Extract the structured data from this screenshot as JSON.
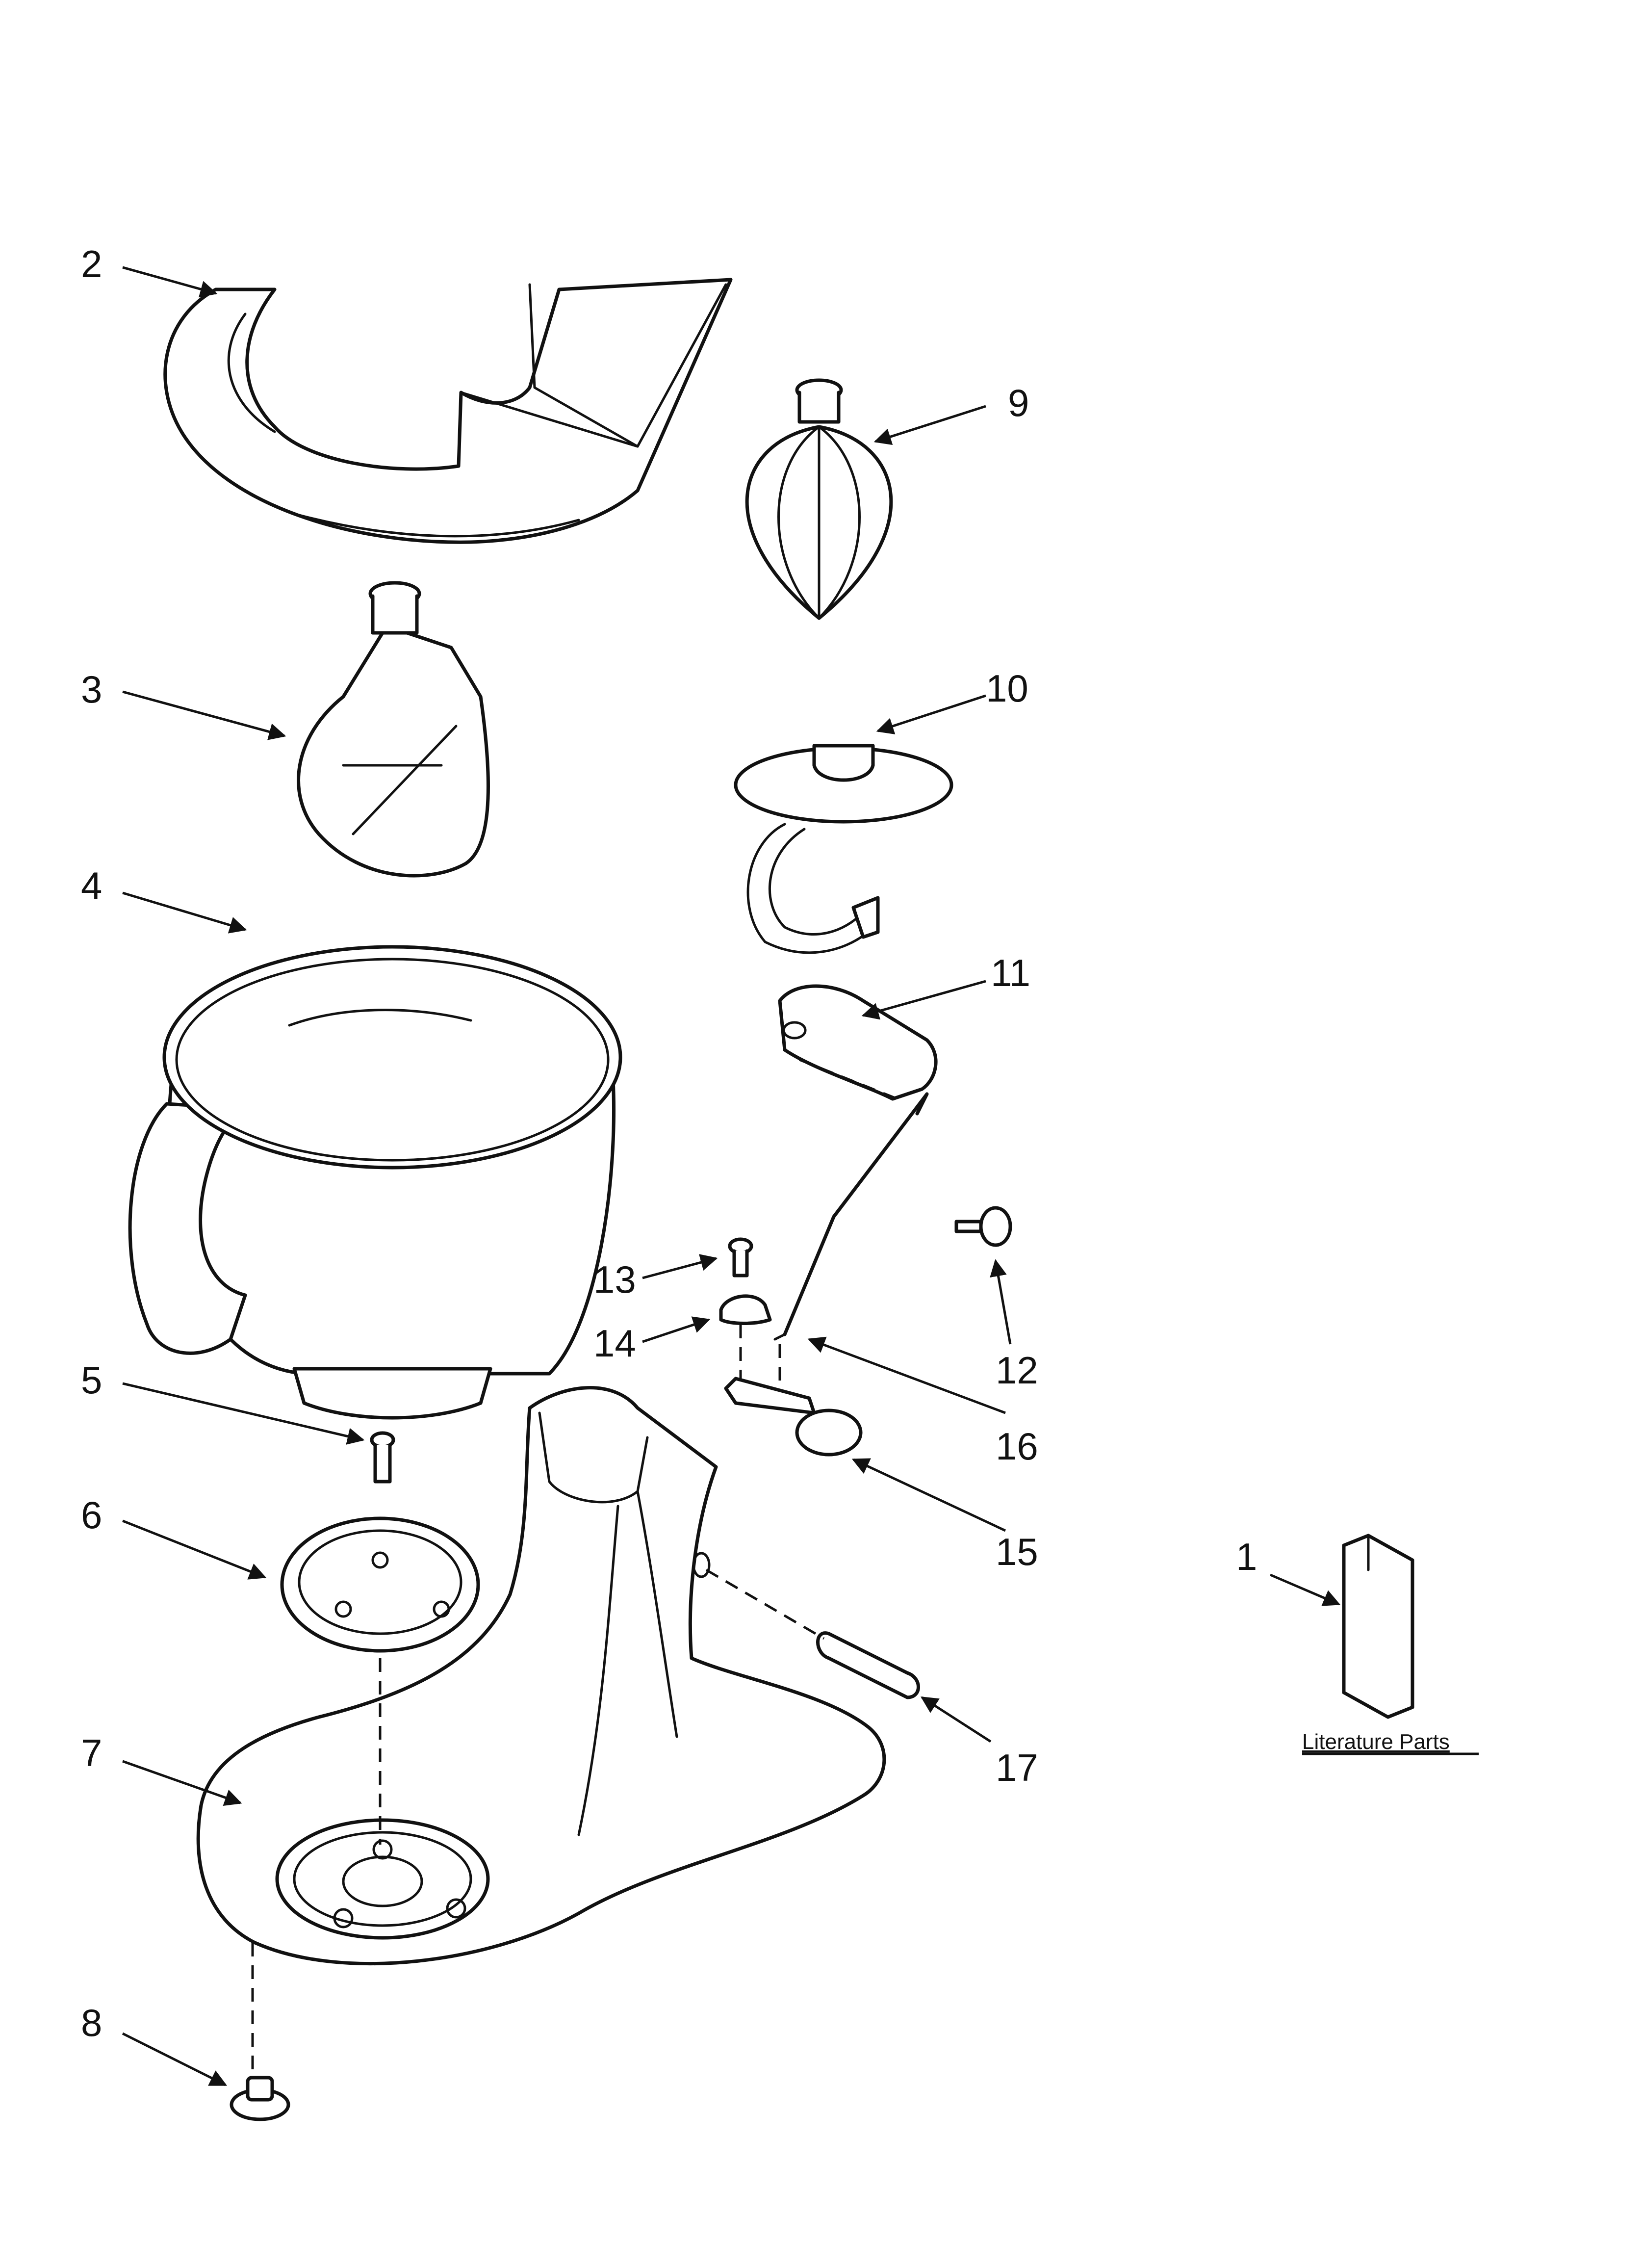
{
  "callouts": [
    {
      "id": "c1",
      "label": "1"
    },
    {
      "id": "c2",
      "label": "2"
    },
    {
      "id": "c3",
      "label": "3"
    },
    {
      "id": "c4",
      "label": "4"
    },
    {
      "id": "c5",
      "label": "5"
    },
    {
      "id": "c6",
      "label": "6"
    },
    {
      "id": "c7",
      "label": "7"
    },
    {
      "id": "c8",
      "label": "8"
    },
    {
      "id": "c9",
      "label": "9"
    },
    {
      "id": "c10",
      "label": "10"
    },
    {
      "id": "c11",
      "label": "11"
    },
    {
      "id": "c12",
      "label": "12"
    },
    {
      "id": "c13",
      "label": "13"
    },
    {
      "id": "c14",
      "label": "14"
    },
    {
      "id": "c15",
      "label": "15"
    },
    {
      "id": "c16",
      "label": "16"
    },
    {
      "id": "c17",
      "label": "17"
    }
  ],
  "literature": {
    "label": "Literature Parts"
  }
}
